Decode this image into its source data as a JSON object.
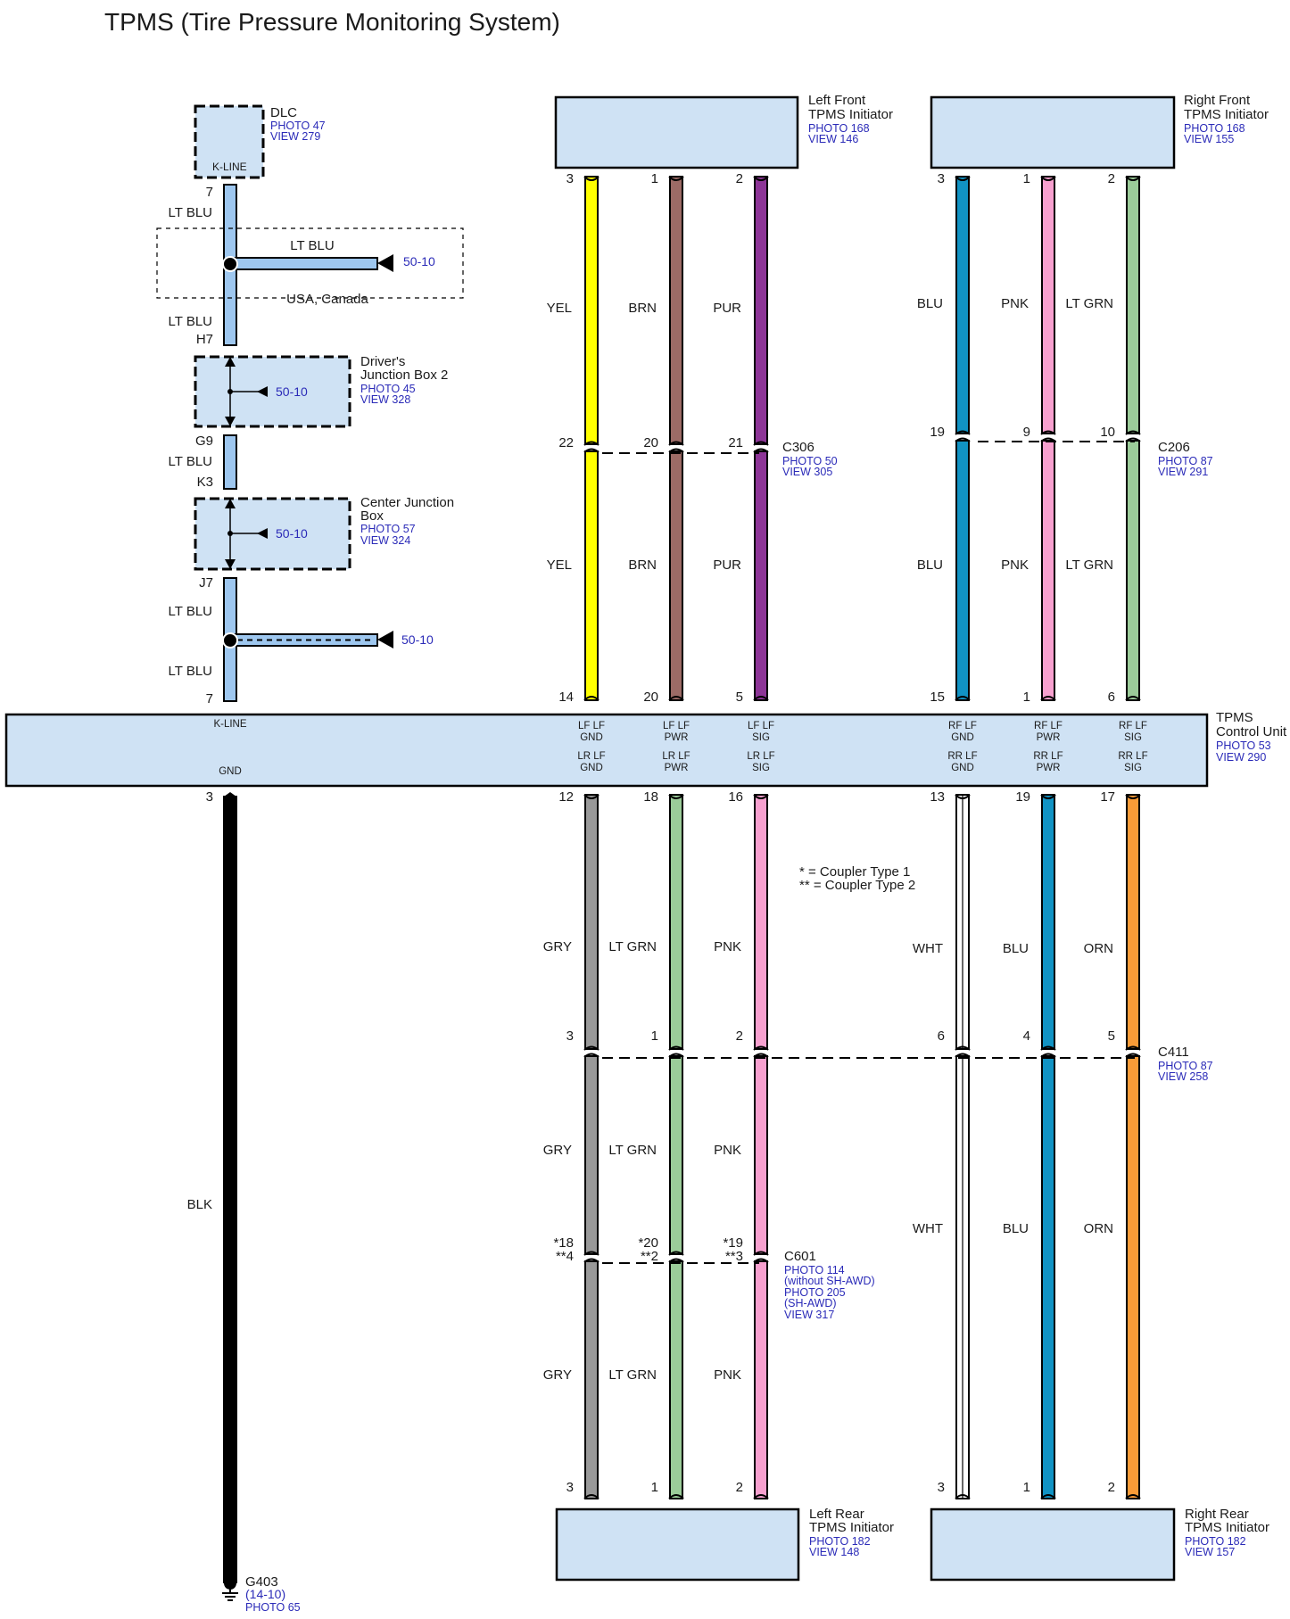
{
  "title": "TPMS (Tire Pressure Monitoring System)",
  "colors": {
    "box_fill": "#cfe2f4",
    "lt_blu": "#9ec7ef",
    "yel": "#ffff00",
    "brn": "#9c6b66",
    "pur": "#8d3597",
    "blu": "#1193c4",
    "pnk": "#f7a0cf",
    "lt_grn": "#9bcc99",
    "gry": "#999999",
    "wht": "#ffffff",
    "orn": "#f99b37",
    "blk": "#000000",
    "ref_blue": "#2b2bb8"
  },
  "dlc": {
    "name": "DLC",
    "photo": "PHOTO 47",
    "view": "VIEW 279",
    "pin_label": "K-LINE",
    "pin": "7"
  },
  "kline_circuit": {
    "wire_1": "LT BLU",
    "branch_wire": "LT BLU",
    "branch_ref": "50-10",
    "region_note": "USA, Canada",
    "wire_2": "LT BLU",
    "pin_h7": "H7",
    "djb": {
      "name_line1": "Driver's",
      "name_line2": "Junction Box 2",
      "photo": "PHOTO 45",
      "view": "VIEW 328",
      "ref": "50-10"
    },
    "pin_g9": "G9",
    "wire_3": "LT BLU",
    "pin_k3": "K3",
    "cjb": {
      "name_line1": "Center Junction",
      "name_line2": "Box",
      "photo": "PHOTO 57",
      "view": "VIEW 324",
      "ref": "50-10"
    },
    "pin_j7": "J7",
    "wire_4": "LT BLU",
    "branch2_ref": "50-10",
    "wire_5": "LT BLU",
    "pin_unit": "7"
  },
  "lf_initiator": {
    "name_line1": "Left Front",
    "name_line2": "TPMS Initiator",
    "photo": "PHOTO 168",
    "view": "VIEW 146"
  },
  "rf_initiator": {
    "name_line1": "Right Front",
    "name_line2": "TPMS Initiator",
    "photo": "PHOTO 168",
    "view": "VIEW 155"
  },
  "lr_initiator": {
    "name_line1": "Left Rear",
    "name_line2": "TPMS Initiator",
    "photo": "PHOTO 182",
    "view": "VIEW 148"
  },
  "rr_initiator": {
    "name_line1": "Right Rear",
    "name_line2": "TPMS Initiator",
    "photo": "PHOTO 182",
    "view": "VIEW 157"
  },
  "c306": {
    "name": "C306",
    "photo": "PHOTO 50",
    "view": "VIEW 305"
  },
  "c206": {
    "name": "C206",
    "photo": "PHOTO 87",
    "view": "VIEW 291"
  },
  "c411": {
    "name": "C411",
    "photo": "PHOTO 87",
    "view": "VIEW 258"
  },
  "c601": {
    "name": "C601",
    "photo_1": "PHOTO 114",
    "note_1": "(without SH-AWD)",
    "photo_2": "PHOTO 205",
    "note_2": "(SH-AWD)",
    "view": "VIEW 317"
  },
  "tpms_unit": {
    "name_line1": "TPMS",
    "name_line2": "Control Unit",
    "photo": "PHOTO 53",
    "view": "VIEW 290",
    "kline_label": "K-LINE",
    "gnd_label": "GND",
    "gnd_pin": "3"
  },
  "front_wires": [
    {
      "id": "lf-gnd",
      "color_key": "yel",
      "pin_init": "3",
      "wire_top": "YEL",
      "pin_conn": "22",
      "wire_bottom": "YEL",
      "pin_unit": "14",
      "label_a": "LF LF",
      "label_b": "GND"
    },
    {
      "id": "lf-pwr",
      "color_key": "brn",
      "pin_init": "1",
      "wire_top": "BRN",
      "pin_conn": "20",
      "wire_bottom": "BRN",
      "pin_unit": "20",
      "label_a": "LF LF",
      "label_b": "PWR"
    },
    {
      "id": "lf-sig",
      "color_key": "pur",
      "pin_init": "2",
      "wire_top": "PUR",
      "pin_conn": "21",
      "wire_bottom": "PUR",
      "pin_unit": "5",
      "label_a": "LF LF",
      "label_b": "SIG"
    },
    {
      "id": "rf-gnd",
      "color_key": "blu",
      "pin_init": "3",
      "wire_top": "BLU",
      "pin_conn": "19",
      "wire_bottom": "BLU",
      "pin_unit": "15",
      "label_a": "RF LF",
      "label_b": "GND"
    },
    {
      "id": "rf-pwr",
      "color_key": "pnk",
      "pin_init": "1",
      "wire_top": "PNK",
      "pin_conn": "9",
      "wire_bottom": "PNK",
      "pin_unit": "1",
      "label_a": "RF LF",
      "label_b": "PWR"
    },
    {
      "id": "rf-sig",
      "color_key": "lt_grn",
      "pin_init": "2",
      "wire_top": "LT GRN",
      "pin_conn": "10",
      "wire_bottom": "LT GRN",
      "pin_unit": "6",
      "label_a": "RF LF",
      "label_b": "SIG"
    }
  ],
  "rear_wires": [
    {
      "id": "lr-gnd",
      "color_key": "gry",
      "pin_unit": "12",
      "wire_1": "GRY",
      "pin_c411": "3",
      "wire_2": "GRY",
      "pin_c601_a": "*18",
      "pin_c601_b": "**4",
      "wire_3": "GRY",
      "pin_init": "3",
      "label_a": "LR LF",
      "label_b": "GND"
    },
    {
      "id": "lr-pwr",
      "color_key": "lt_grn",
      "pin_unit": "18",
      "wire_1": "LT GRN",
      "pin_c411": "1",
      "wire_2": "LT GRN",
      "pin_c601_a": "*20",
      "pin_c601_b": "**2",
      "wire_3": "LT GRN",
      "pin_init": "1",
      "label_a": "LR LF",
      "label_b": "PWR"
    },
    {
      "id": "lr-sig",
      "color_key": "pnk",
      "pin_unit": "16",
      "wire_1": "PNK",
      "pin_c411": "2",
      "wire_2": "PNK",
      "pin_c601_a": "*19",
      "pin_c601_b": "**3",
      "wire_3": "PNK",
      "pin_init": "2",
      "label_a": "LR LF",
      "label_b": "SIG"
    },
    {
      "id": "rr-gnd",
      "color_key": "wht",
      "pin_unit": "13",
      "wire_1": "WHT",
      "pin_c411": "6",
      "wire_2": "WHT",
      "pin_init": "3",
      "label_a": "RR LF",
      "label_b": "GND"
    },
    {
      "id": "rr-pwr",
      "color_key": "blu",
      "pin_unit": "19",
      "wire_1": "BLU",
      "pin_c411": "4",
      "wire_2": "BLU",
      "pin_init": "1",
      "label_a": "RR LF",
      "label_b": "PWR"
    },
    {
      "id": "rr-sig",
      "color_key": "orn",
      "pin_unit": "17",
      "wire_1": "ORN",
      "pin_c411": "5",
      "wire_2": "ORN",
      "pin_init": "2",
      "label_a": "RR LF",
      "label_b": "SIG"
    }
  ],
  "coupler_note_1": "* = Coupler Type 1",
  "coupler_note_2": "** = Coupler Type 2",
  "ground_wire": "BLK",
  "ground": {
    "name": "G403",
    "ref": "(14-10)",
    "photo": "PHOTO 65"
  }
}
